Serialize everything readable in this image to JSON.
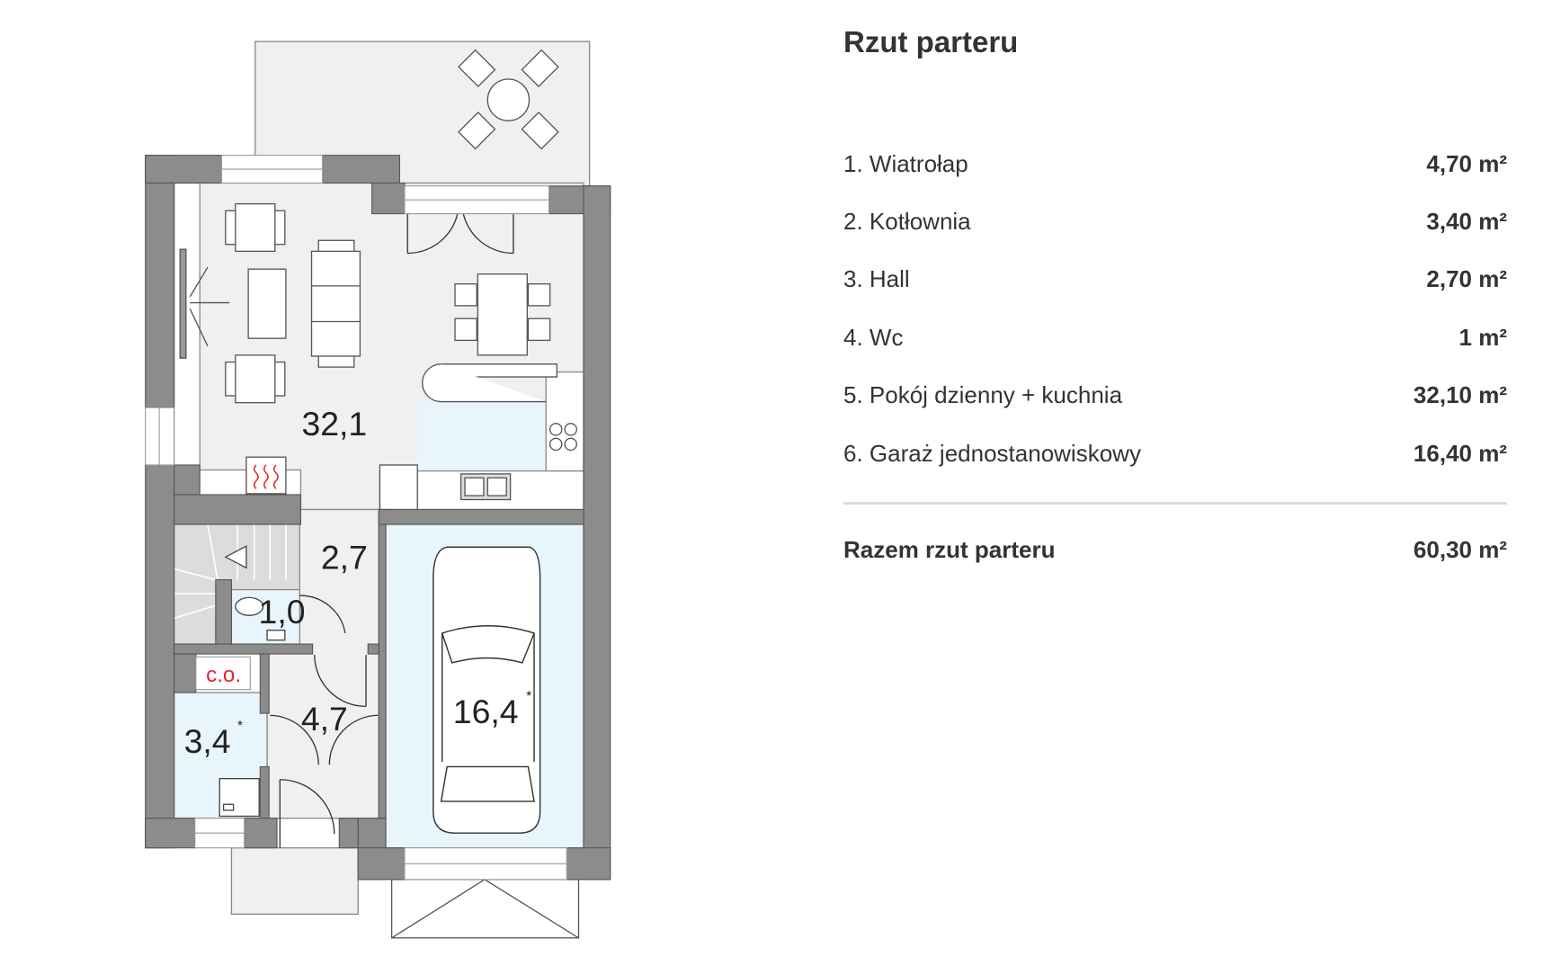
{
  "plan": {
    "labels": {
      "living": "32,1",
      "hall": "2,7",
      "wc": "1,0",
      "vestibule": "4,7",
      "garage": "16,4",
      "boiler": "3,4",
      "asterisk": "*",
      "co": "c.o."
    },
    "colors": {
      "wall": "#8c8c8c",
      "floor": "#eff0ef",
      "blue": "#e9f5fc",
      "accent": "#e0262b"
    }
  },
  "panel": {
    "title": "Rzut parteru",
    "rooms": [
      {
        "name": "1. Wiatrołap",
        "area": "4,70 m²"
      },
      {
        "name": "2. Kotłownia",
        "area": "3,40 m²"
      },
      {
        "name": "3. Hall",
        "area": "2,70 m²"
      },
      {
        "name": "4. Wc",
        "area": "1 m²"
      },
      {
        "name": "5. Pokój dzienny + kuchnia",
        "area": "32,10 m²"
      },
      {
        "name": "6. Garaż jednostanowiskowy",
        "area": "16,40 m²"
      }
    ],
    "total": {
      "label": "Razem rzut parteru",
      "area": "60,30 m²"
    }
  }
}
